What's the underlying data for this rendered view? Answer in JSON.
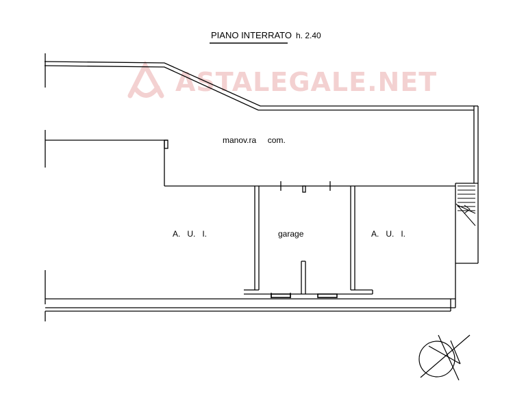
{
  "header": {
    "title": "PIANO INTERRATO",
    "height_note": "h. 2.40"
  },
  "watermark": {
    "text": "ASTALEGALE.NET",
    "color": "#f2c9c9"
  },
  "rooms": {
    "maneuver_area": "manov.ra     com.",
    "left_unit": "A.   U.   I.",
    "garage": "garage",
    "right_unit": "A.   U.   I."
  },
  "colors": {
    "line": "#000000",
    "background": "#ffffff"
  },
  "icons": {
    "compass": "north-arrow-icon",
    "stairs": "staircase-icon",
    "logo": "astalegale-logo-icon"
  }
}
